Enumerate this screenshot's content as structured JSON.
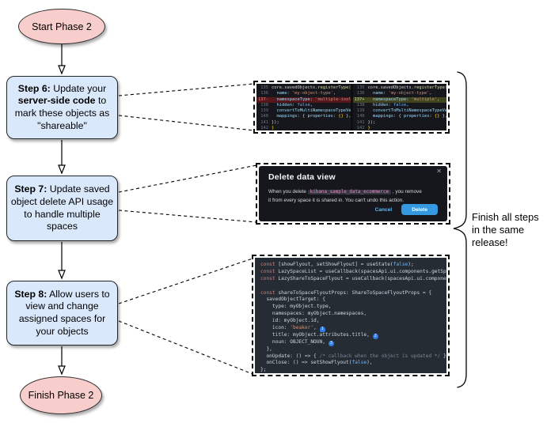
{
  "flowchart": {
    "start_label": "Start Phase 2",
    "finish_label": "Finish Phase 2",
    "steps": [
      {
        "segments": [
          {
            "t": "Step 6:",
            "b": true
          },
          {
            "t": " Update your ",
            "b": false
          },
          {
            "t": "server-side code",
            "b": true
          },
          {
            "t": " to mark these objects as \"shareable\"",
            "b": false
          }
        ]
      },
      {
        "segments": [
          {
            "t": "Step 7:",
            "b": true
          },
          {
            "t": " Update saved object delete API usage to handle multiple spaces",
            "b": false
          }
        ]
      },
      {
        "segments": [
          {
            "t": "Step 8:",
            "b": true
          },
          {
            "t": " Allow users to view and change assigned spaces for your objects",
            "b": false
          }
        ]
      }
    ],
    "note": "Finish all steps\nin the same\nrelease!"
  },
  "palette": {
    "node_fill_blue": "#dae8fc",
    "node_fill_red": "#f8cecc",
    "delete_button_blue": "#3599e2",
    "diff_removed_bg": "#54171c",
    "diff_added_bg": "#41451f",
    "code_bg_dark": "#15171c",
    "flyout_code_bg": "#262c33"
  },
  "screenshots": {
    "diff": {
      "panels": [
        {
          "name": "before",
          "gutter": true,
          "lines": [
            {
              "num": "135",
              "tokens": [
                {
                  "t": "core.savedObjects.",
                  "c": "d"
                },
                {
                  "t": "registerType",
                  "c": "f"
                },
                {
                  "t": "({",
                  "c": "g"
                }
              ]
            },
            {
              "num": "136",
              "tokens": [
                {
                  "t": "  ",
                  "c": "d"
                },
                {
                  "t": "name",
                  "c": "k"
                },
                {
                  "t": ": ",
                  "c": "d"
                },
                {
                  "t": "'my-object-type'",
                  "c": "s"
                },
                {
                  "t": ",",
                  "c": "d"
                }
              ]
            },
            {
              "num": "137-",
              "m": "del",
              "tokens": [
                {
                  "t": "  ",
                  "c": "d"
                },
                {
                  "t": "namespaceType",
                  "c": "k"
                },
                {
                  "t": ": ",
                  "c": "d"
                },
                {
                  "t": "'multiple-isolated'",
                  "c": "s"
                },
                {
                  "t": ",",
                  "c": "d"
                }
              ]
            },
            {
              "num": "138",
              "tokens": [
                {
                  "t": "  ",
                  "c": "d"
                },
                {
                  "t": "hidden",
                  "c": "k"
                },
                {
                  "t": ": ",
                  "c": "d"
                },
                {
                  "t": "false",
                  "c": "b"
                },
                {
                  "t": ",",
                  "c": "d"
                }
              ]
            },
            {
              "num": "139",
              "tokens": [
                {
                  "t": "  ",
                  "c": "d"
                },
                {
                  "t": "convertToMultiNamespaceTypeVersion",
                  "c": "k"
                },
                {
                  "t": ": ",
                  "c": "d"
                },
                {
                  "t": "'",
                  "c": "s"
                }
              ]
            },
            {
              "num": "140",
              "tokens": [
                {
                  "t": "  ",
                  "c": "d"
                },
                {
                  "t": "mappings",
                  "c": "k"
                },
                {
                  "t": ": { ",
                  "c": "d"
                },
                {
                  "t": "properties",
                  "c": "k"
                },
                {
                  "t": ": ",
                  "c": "d"
                },
                {
                  "t": "{}",
                  "c": "g"
                },
                {
                  "t": " },",
                  "c": "d"
                }
              ]
            },
            {
              "num": "141",
              "tokens": [
                {
                  "t": "});",
                  "c": "d"
                }
              ]
            },
            {
              "num": "142",
              "tokens": [
                {
                  "t": "}",
                  "c": "g"
                }
              ]
            }
          ]
        },
        {
          "name": "after",
          "gutter": true,
          "lines": [
            {
              "num": "135",
              "tokens": [
                {
                  "t": "core.savedObjects.",
                  "c": "d"
                },
                {
                  "t": "registerType",
                  "c": "f"
                },
                {
                  "t": "({",
                  "c": "g"
                }
              ]
            },
            {
              "num": "136",
              "tokens": [
                {
                  "t": "  ",
                  "c": "d"
                },
                {
                  "t": "name",
                  "c": "k"
                },
                {
                  "t": ": ",
                  "c": "d"
                },
                {
                  "t": "'my-object-type'",
                  "c": "s"
                },
                {
                  "t": ",",
                  "c": "d"
                }
              ]
            },
            {
              "num": "137+",
              "m": "add",
              "tokens": [
                {
                  "t": "  ",
                  "c": "d"
                },
                {
                  "t": "namespaceType",
                  "c": "k"
                },
                {
                  "t": ": ",
                  "c": "d"
                },
                {
                  "t": "'multiple'",
                  "c": "s"
                },
                {
                  "t": ",",
                  "c": "d"
                }
              ]
            },
            {
              "num": "138",
              "tokens": [
                {
                  "t": "  ",
                  "c": "d"
                },
                {
                  "t": "hidden",
                  "c": "k"
                },
                {
                  "t": ": ",
                  "c": "d"
                },
                {
                  "t": "false",
                  "c": "b"
                },
                {
                  "t": ",",
                  "c": "d"
                }
              ]
            },
            {
              "num": "139",
              "tokens": [
                {
                  "t": "  ",
                  "c": "d"
                },
                {
                  "t": "convertToMultiNamespaceTypeVersion",
                  "c": "k"
                },
                {
                  "t": ": ",
                  "c": "d"
                },
                {
                  "t": "'",
                  "c": "s"
                }
              ]
            },
            {
              "num": "140",
              "tokens": [
                {
                  "t": "  ",
                  "c": "d"
                },
                {
                  "t": "mappings",
                  "c": "k"
                },
                {
                  "t": ": { ",
                  "c": "d"
                },
                {
                  "t": "properties",
                  "c": "k"
                },
                {
                  "t": ": ",
                  "c": "d"
                },
                {
                  "t": "{}",
                  "c": "g"
                },
                {
                  "t": " },",
                  "c": "d"
                }
              ]
            },
            {
              "num": "141",
              "tokens": [
                {
                  "t": "});",
                  "c": "d"
                }
              ]
            },
            {
              "num": "142",
              "tokens": [
                {
                  "t": "}",
                  "c": "g"
                }
              ]
            }
          ]
        }
      ]
    },
    "modal": {
      "title": "Delete data view",
      "close_icon": "✕",
      "body_pre": "When you delete ",
      "chip": "kibana_sample_data_ecommerce",
      "body_post": " , you remove it from every space it is shared in. You can't undo this action.",
      "cancel_label": "Cancel",
      "delete_label": "Delete"
    },
    "code_flyout": {
      "gutter": false,
      "lines": [
        {
          "tokens": [
            {
              "t": "const",
              "c": "kw"
            },
            {
              "t": " [showFlyout, setShowFlyout] = useState(",
              "c": "d"
            },
            {
              "t": "false",
              "c": "b"
            },
            {
              "t": ");",
              "c": "d"
            }
          ]
        },
        {
          "tokens": [
            {
              "t": "const",
              "c": "kw"
            },
            {
              "t": " LazySpaceList = useCallback(spacesApi.ui.components.getSpaceList",
              "c": "d"
            }
          ]
        },
        {
          "tokens": [
            {
              "t": "const",
              "c": "kw"
            },
            {
              "t": " LazyShareToSpaceFlyout = useCallback(spacesApi.ui.components.get",
              "c": "d"
            }
          ]
        },
        {
          "tokens": []
        },
        {
          "tokens": [
            {
              "t": "const",
              "c": "kw"
            },
            {
              "t": " shareToSpaceFlyoutProps: ShareToSpaceFlyoutProps = {",
              "c": "d"
            }
          ]
        },
        {
          "tokens": [
            {
              "t": "  savedObjectTarget: {",
              "c": "d"
            }
          ]
        },
        {
          "tokens": [
            {
              "t": "    type: myObject.type,",
              "c": "d"
            }
          ]
        },
        {
          "tokens": [
            {
              "t": "    namespaces: myObject.namespaces,",
              "c": "d"
            }
          ]
        },
        {
          "tokens": [
            {
              "t": "    id: myObject.id,",
              "c": "d"
            }
          ]
        },
        {
          "tokens": [
            {
              "t": "    icon: ",
              "c": "d"
            },
            {
              "t": "'beaker'",
              "c": "s"
            },
            {
              "t": ", ",
              "c": "d"
            },
            {
              "t": "1",
              "c": "n"
            }
          ]
        },
        {
          "tokens": [
            {
              "t": "    title: myObject.attributes.title, ",
              "c": "d"
            },
            {
              "t": "2",
              "c": "n"
            }
          ]
        },
        {
          "tokens": [
            {
              "t": "    noun: OBJECT_NOUN, ",
              "c": "d"
            },
            {
              "t": "3",
              "c": "n"
            }
          ]
        },
        {
          "tokens": [
            {
              "t": "  },",
              "c": "d"
            }
          ]
        },
        {
          "tokens": [
            {
              "t": "  onUpdate: () => { ",
              "c": "d"
            },
            {
              "t": "/* callback when the object is updated */",
              "c": "c"
            },
            {
              "t": " },",
              "c": "d"
            }
          ]
        },
        {
          "tokens": [
            {
              "t": "  onClose: () => setShowFlyout(",
              "c": "d"
            },
            {
              "t": "false",
              "c": "b"
            },
            {
              "t": "),",
              "c": "d"
            }
          ]
        },
        {
          "tokens": [
            {
              "t": "};",
              "c": "d"
            }
          ]
        }
      ]
    }
  }
}
